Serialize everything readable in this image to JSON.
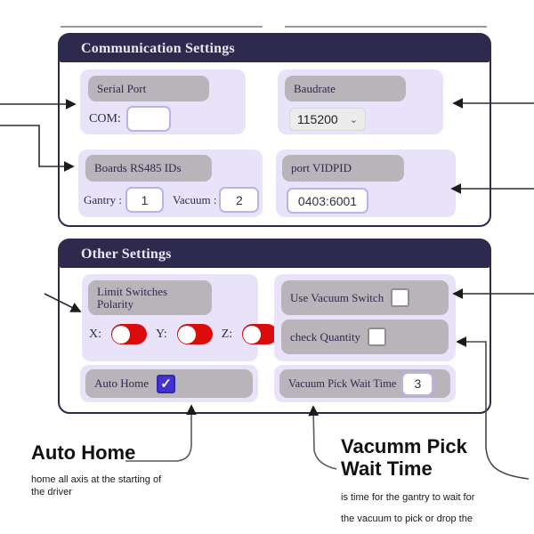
{
  "panels": {
    "communication": {
      "title": "Communication Settings",
      "serial_port": {
        "label": "Serial Port",
        "com_label": "COM:",
        "com_value": ""
      },
      "baudrate": {
        "label": "Baudrate",
        "selected": "115200",
        "chevron": "⌄"
      },
      "boards": {
        "label": "Boards RS485 IDs",
        "gantry_label": "Gantry :",
        "gantry_value": "1",
        "vacuum_label": "Vacuum :",
        "vacuum_value": "2"
      },
      "vidpid": {
        "label": "port VIDPID",
        "value": "0403:6001"
      }
    },
    "other": {
      "title": "Other Settings",
      "limit_switches": {
        "label": "Limit Switches Polarity",
        "x_label": "X:",
        "y_label": "Y:",
        "z_label": "Z:"
      },
      "use_vacuum_switch": {
        "label": "Use Vacuum Switch"
      },
      "check_quantity": {
        "label": "check Quantity"
      },
      "auto_home": {
        "label": "Auto Home",
        "check_glyph": "✓"
      },
      "vacuum_pick_wait": {
        "label": "Vacuum Pick Wait Time",
        "value": "3"
      }
    }
  },
  "annotations": {
    "auto_home": {
      "title": "Auto Home",
      "description": "home all axis at the starting of the driver"
    },
    "vacuum_pick": {
      "title_line1": "Vacumm Pick",
      "title_line2": "Wait Time",
      "desc_line1": "is time for the gantry to wait for",
      "desc_line2": "the vacuum to pick or drop the"
    }
  },
  "colors": {
    "header_navy": "#2e2a4e",
    "card_lavender": "#e8e3f9",
    "pill_gray": "#b8b4ba",
    "toggle_red": "#dd0c0c",
    "checkbox_indigo": "#4433cc",
    "input_border": "#b9b3e8"
  }
}
